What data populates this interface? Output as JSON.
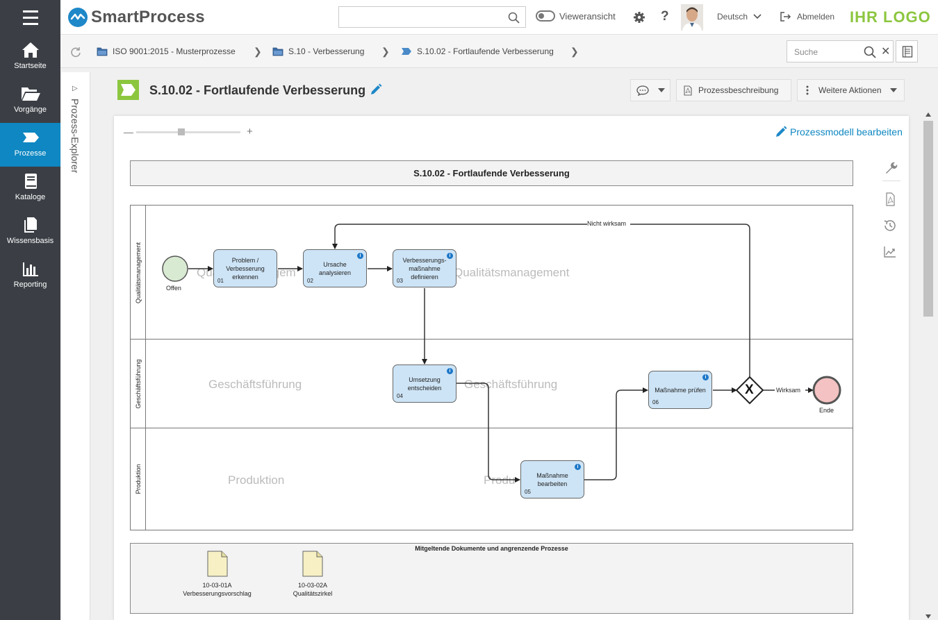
{
  "app": {
    "name": "SmartProcess",
    "brand_logo": "IHR LOGO",
    "accent": "#0e87c2",
    "brand_color": "#8cc63f"
  },
  "sidebar": {
    "items": [
      {
        "label": "Startseite",
        "icon": "home-icon"
      },
      {
        "label": "Vorgänge",
        "icon": "folder-open-icon"
      },
      {
        "label": "Prozesse",
        "icon": "process-arrow-icon",
        "active": true
      },
      {
        "label": "Kataloge",
        "icon": "book-icon"
      },
      {
        "label": "Wissensbasis",
        "icon": "documents-icon"
      },
      {
        "label": "Reporting",
        "icon": "bar-chart-icon"
      }
    ]
  },
  "topbar": {
    "search_placeholder": "",
    "viewer_toggle": "Vieweransicht",
    "help": "?",
    "language": "Deutsch",
    "logout": "Abmelden"
  },
  "breadcrumb": {
    "items": [
      "ISO 9001:2015 - Musterprozesse",
      "S.10 - Verbesserung",
      "S.10.02 - Fortlaufende Verbesserung"
    ],
    "search_placeholder": "Suche"
  },
  "explorer": {
    "label": "Prozess-Explorer"
  },
  "page": {
    "title": "S.10.02 - Fortlaufende Verbesserung",
    "buttons": {
      "description": "Prozessbeschreibung",
      "more": "Weitere Aktionen"
    },
    "edit_model": "Prozessmodell bearbeiten"
  },
  "diagram": {
    "title": "S.10.02 - Fortlaufende Verbesserung",
    "lanes": [
      "Qualitätsmanagement",
      "Geschäftsführung",
      "Produktion"
    ],
    "start_event": "Offen",
    "end_event": "Ende",
    "tasks": [
      {
        "num": "01",
        "label": "Problem / Verbesserung erkennen"
      },
      {
        "num": "02",
        "label": "Ursache analysieren"
      },
      {
        "num": "03",
        "label": "Verbesserungs-maßnahme definieren"
      },
      {
        "num": "04",
        "label": "Umsetzung entscheiden"
      },
      {
        "num": "05",
        "label": "Maßnahme bearbeiten"
      },
      {
        "num": "06",
        "label": "Maßnahme prüfen"
      }
    ],
    "gateway_symbol": "X",
    "flow_labels": {
      "not_effective": "Nicht wirksam",
      "effective": "Wirksam"
    },
    "watermark_short": "Produ",
    "watermark_qm_a": "Qualitätsmanagem",
    "info": "i"
  },
  "documents": {
    "title": "Mitgeltende Dokumente und angrenzende Prozesse",
    "items": [
      {
        "code": "10-03-01A",
        "name": "Verbesserungsvorschlag"
      },
      {
        "code": "10-03-02A",
        "name": "Qualitätszirkel"
      }
    ]
  }
}
